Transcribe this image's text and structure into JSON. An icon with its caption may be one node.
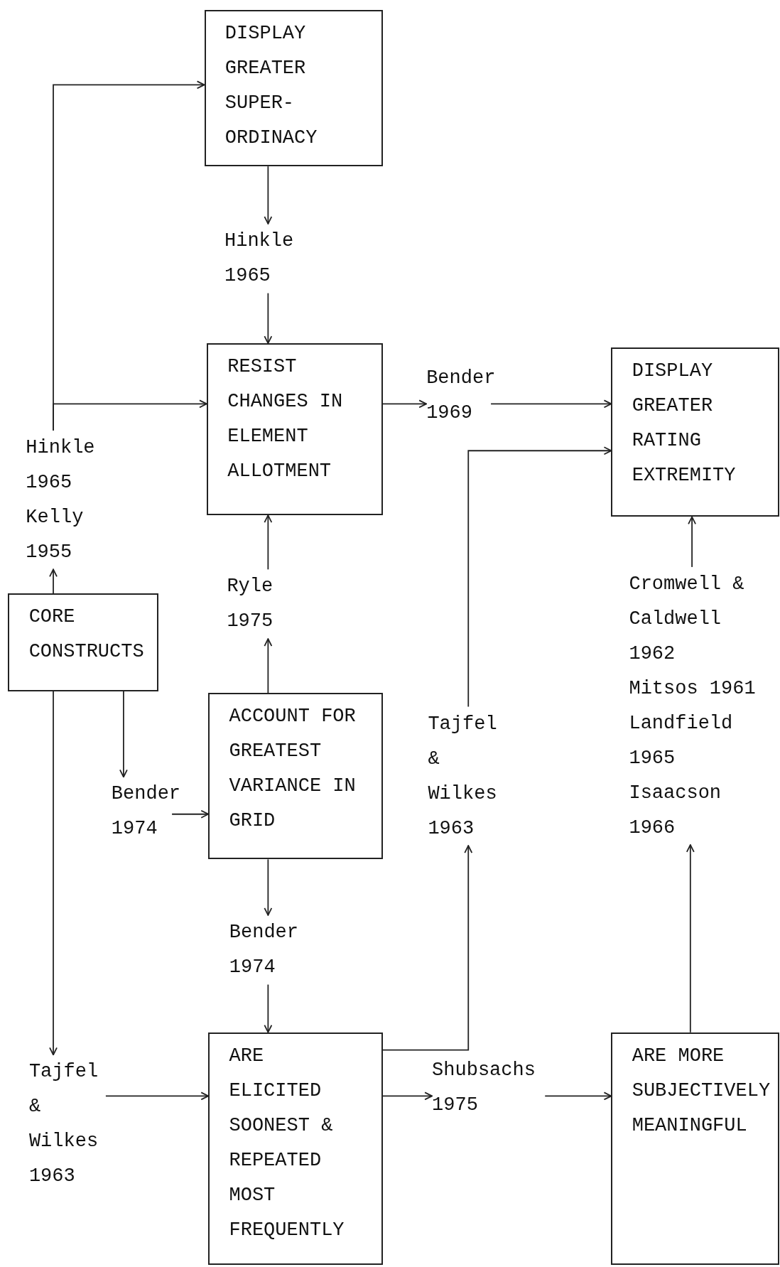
{
  "diagram": {
    "nodes": [
      {
        "text": [
          "DISPLAY GREATER SUPER-ORDINACY"
        ]
      },
      {
        "text": [
          "Hinkle 1965"
        ]
      },
      {
        "text": [
          "RESIST CHANGES IN ELEMENT ALLOTMENT"
        ]
      },
      {
        "text": [
          "Bender 1969"
        ]
      },
      {
        "text": [
          "DISPLAY GREATER RATING EXTREMITY"
        ]
      },
      {
        "text": [
          "Hinkle 1965",
          "Kelly 1955"
        ]
      },
      {
        "text": [
          "CORE CONSTRUCTS"
        ]
      },
      {
        "text": [
          "Ryle 1975"
        ]
      },
      {
        "text": [
          "ACCOUNT FOR GREATEST VARIANCE IN GRID"
        ]
      },
      {
        "text": [
          "Bender 1974"
        ]
      },
      {
        "text": [
          "Tajfel & Wilkes 1963"
        ]
      },
      {
        "text": [
          "Cromwell & Caldwell 1962",
          "Mitsos 1961",
          "Landfield 1965",
          "Isaacson 1966"
        ]
      },
      {
        "text": [
          "Bender 1974"
        ]
      },
      {
        "text": [
          "Tajfel & Wilkes 1963"
        ]
      },
      {
        "text": [
          "ARE ELICITED SOONEST & REPEATED MOST FREQUENTLY"
        ]
      },
      {
        "text": [
          "Shubsachs 1975"
        ]
      },
      {
        "text": [
          "ARE MORE SUBJECTIVELY MEANINGFUL"
        ]
      }
    ],
    "edges": [
      {
        "from": 0,
        "to": 1,
        "arrow": "to"
      },
      {
        "from": 1,
        "to": 2,
        "arrow": "to"
      },
      {
        "from": 2,
        "to": 3,
        "arrow": "to"
      },
      {
        "from": 3,
        "to": 4,
        "arrow": "to"
      },
      {
        "from": 5,
        "to": 0,
        "arrow": "to"
      },
      {
        "from": 5,
        "to": 2,
        "arrow": "to"
      },
      {
        "from": 6,
        "to": 5,
        "arrow": "to"
      },
      {
        "from": 6,
        "to": 9,
        "arrow": "to"
      },
      {
        "from": 9,
        "to": 8,
        "arrow": "to"
      },
      {
        "from": 8,
        "to": 7,
        "arrow": "to"
      },
      {
        "from": 7,
        "to": 2,
        "arrow": "to"
      },
      {
        "from": 8,
        "to": 12,
        "arrow": "to"
      },
      {
        "from": 12,
        "to": 14,
        "arrow": "to"
      },
      {
        "from": 6,
        "to": 13,
        "arrow": "to"
      },
      {
        "from": 13,
        "to": 14,
        "arrow": "to"
      },
      {
        "from": 14,
        "to": 15,
        "arrow": "to"
      },
      {
        "from": 15,
        "to": 16,
        "arrow": "to"
      },
      {
        "from": 14,
        "to": 10,
        "arrow": "to"
      },
      {
        "from": 10,
        "to": 4,
        "arrow": "to"
      },
      {
        "from": 16,
        "to": 11,
        "arrow": "to"
      },
      {
        "from": 11,
        "to": 4,
        "arrow": "to"
      }
    ]
  }
}
